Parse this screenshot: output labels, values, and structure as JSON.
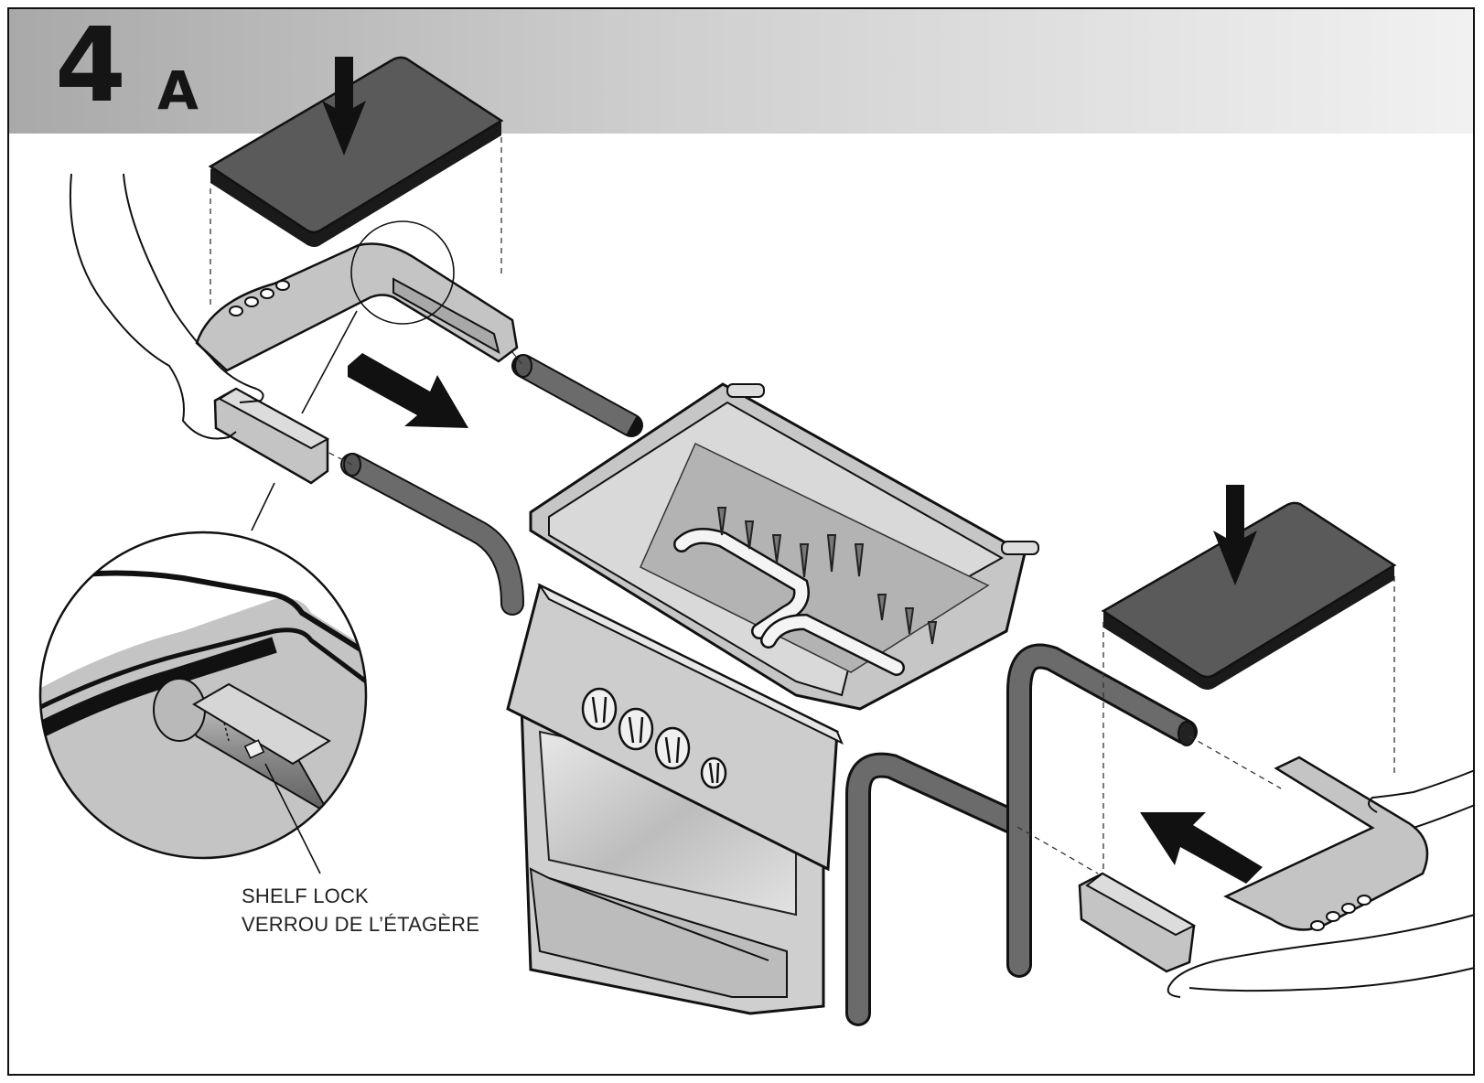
{
  "step": {
    "number": "4",
    "letter": "A"
  },
  "callout": {
    "line_en": "SHELF LOCK",
    "line_fr": "VERROU DE L’ÉTAGÈRE"
  },
  "icons": [
    "down-arrow-icon",
    "right-arrow-icon",
    "left-arrow-icon",
    "magnifier-circle"
  ],
  "colors": {
    "band_dark": "#a9a9a9",
    "band_light": "#f1f1f1",
    "shelf_top": "#5a5a5a",
    "tube": "#6b6b6b",
    "metal": "#c4c4c4",
    "outline": "#111111"
  }
}
